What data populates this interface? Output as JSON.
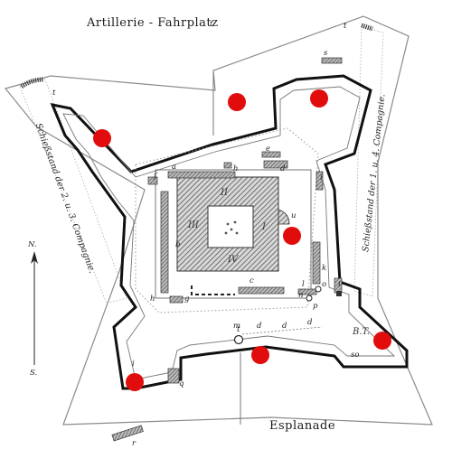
{
  "title_top": "Artillerie - Fahrplatz",
  "title_bottom": "Esplanade",
  "side_label_left": "Schießstand der 2. u. 3. Compagnie.",
  "side_label_right": "Schießstand der 1. u. 4. Compagnie.",
  "compass": {
    "north": "N.",
    "south": "S."
  },
  "block_labels": {
    "II": "II",
    "III": "III",
    "I": "I",
    "IV": "IV",
    "BT": "B.T."
  },
  "letters": {
    "a": "a",
    "b": "b",
    "c": "c",
    "d": "d",
    "e": "e",
    "f": "f",
    "g": "g",
    "h": "h",
    "i": "i",
    "k": "k",
    "l": "l",
    "m": "m",
    "n": "n",
    "o": "o",
    "p": "p",
    "q": "q",
    "r": "r",
    "s": "s",
    "t": "t",
    "u": "u",
    "so": "so"
  },
  "colors": {
    "ink": "#1a1a1a",
    "marker": "#e10d0d",
    "hatch": "#6a6a6a",
    "dots": "#9a9a9a"
  }
}
